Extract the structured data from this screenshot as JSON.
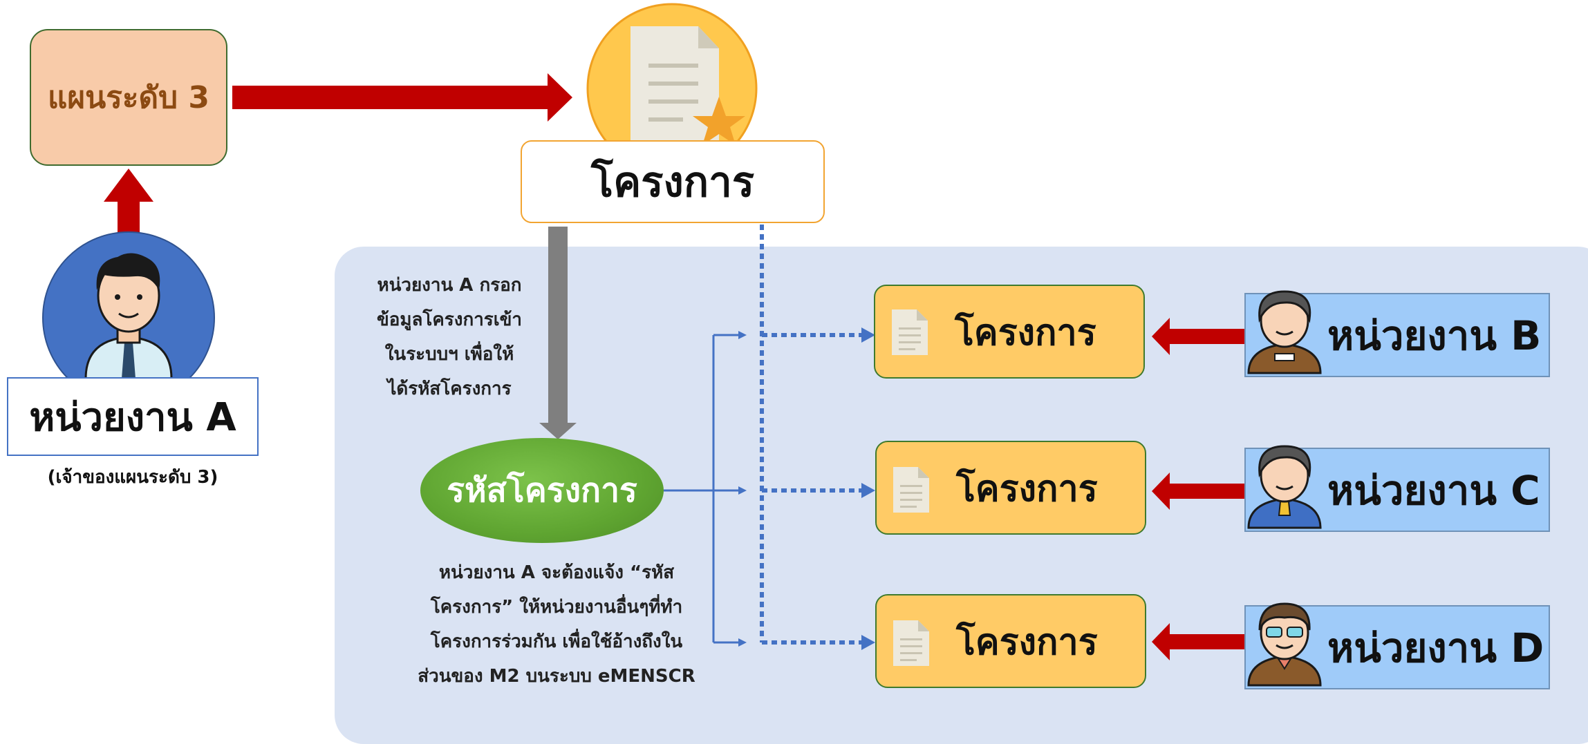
{
  "plan_box": {
    "label": "แผนระดับ 3"
  },
  "main_project": {
    "label": "โครงการ"
  },
  "unit_a": {
    "label": "หน่วยงาน A",
    "note": "(เจ้าของแผนระดับ 3)"
  },
  "fill_note": {
    "lines": [
      "หน่วยงาน A กรอก",
      "ข้อมูลโครงการเข้า",
      "ในระบบฯ เพื่อให้",
      "ได้รหัสโครงการ"
    ]
  },
  "project_code": {
    "label": "รหัสโครงการ"
  },
  "share_note": {
    "lines": [
      "หน่วยงาน A จะต้องแจ้ง “รหัส",
      "โครงการ” ให้หน่วยงานอื่นๆที่ทำ",
      "โครงการร่วมกัน เพื่อใช้อ้างถึงใน",
      "ส่วนของ M2 บนระบบ eMENSCR"
    ]
  },
  "rows": [
    {
      "project_label": "โครงการ",
      "unit_label": "หน่วยงาน B"
    },
    {
      "project_label": "โครงการ",
      "unit_label": "หน่วยงาน C"
    },
    {
      "project_label": "โครงการ",
      "unit_label": "หน่วยงาน D"
    }
  ],
  "colors": {
    "red_arrow": "#c00000",
    "blue_line": "#4472c4",
    "gray_arrow": "#7f7f7f",
    "panel": "#dae3f3"
  },
  "icons": [
    "person-icon",
    "document-star-icon",
    "document-icon",
    "person-avatar-icon"
  ]
}
